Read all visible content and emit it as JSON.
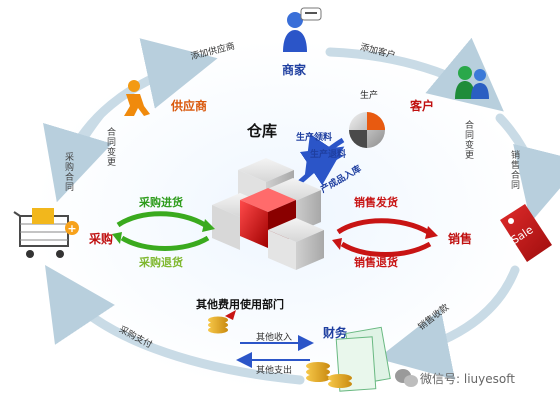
{
  "nodes": {
    "merchant": "商家",
    "supplier": "供应商",
    "customer": "客户",
    "warehouse": "仓库",
    "purchase": "采购",
    "sales": "销售",
    "finance": "财务"
  },
  "flows": {
    "add_supplier": "添加供应商",
    "add_customer": "添加客户",
    "contract_change_left": "合同变更",
    "purchase_contract": "采购合同",
    "contract_change_right": "合同变更",
    "sales_contract": "销售合同",
    "production": "生产",
    "production_pick": "生产领料",
    "production_return": "生产退料",
    "product_inbound": "产成品入库",
    "purchase_in": "采购进货",
    "purchase_return": "采购退货",
    "sales_ship": "销售发货",
    "sales_return": "销售退货",
    "other_expense": "其他费用使用部门",
    "other_income": "其他收入",
    "other_expense_out": "其他支出",
    "purchase_pay": "采购支付",
    "sales_collect": "销售收款"
  },
  "sale_tag": "Sale",
  "watermark": "微信号: liuyesoft",
  "colors": {
    "merchant": "#1f3fa0",
    "supplier": "#d9580c",
    "customer": "#c01010",
    "warehouse": "#111111",
    "purchase": "#c01010",
    "sales": "#c01010",
    "finance": "#1f3fa0",
    "green_arrow": "#3aaa1e",
    "red_arrow": "#c81414",
    "ring": "#c9dbe6"
  }
}
